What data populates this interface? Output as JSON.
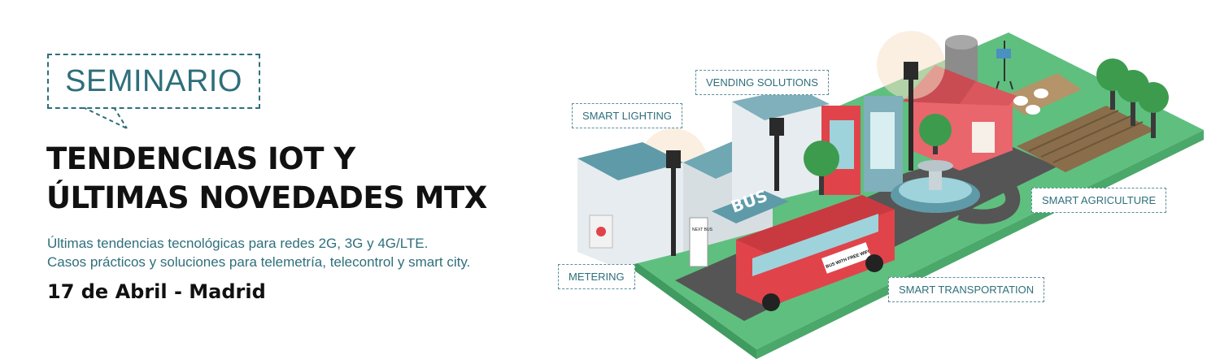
{
  "badge": {
    "label": "SEMINARIO"
  },
  "title": {
    "line1": "TENDENCIAS IOT Y",
    "line2": "ÚLTIMAS NOVEDADES MTX"
  },
  "subtitle": {
    "line1": "Últimas tendencias tecnológicas para redes 2G, 3G y 4G/LTE.",
    "line2": "Casos prácticos y soluciones para telemetría, telecontrol y smart city."
  },
  "date": "17 de Abril - Madrid",
  "callouts": {
    "vending": "VENDING SOLUTIONS",
    "lighting": "SMART LIGHTING",
    "agriculture": "SMART AGRICULTURE",
    "metering": "METERING",
    "transportation": "SMART TRANSPORTATION"
  },
  "scene": {
    "bus_stop_sign": "BUS",
    "next_bus_sign": "NEXT BUS",
    "bus_wifi_sign": "BUS WITH FREE WIFI"
  },
  "colors": {
    "accent": "#2e6f7b",
    "grass": "#5fbf7f",
    "road": "#555555",
    "bus": "#e0444a",
    "barn": "#e9666c",
    "building": "#e6ecef",
    "roof": "#5f9aa8"
  }
}
